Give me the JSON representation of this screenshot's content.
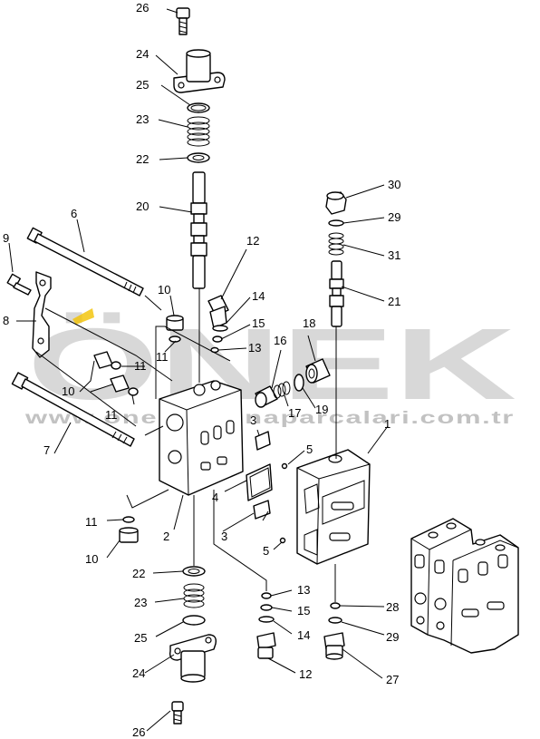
{
  "watermark": {
    "logo": "ÖNEK",
    "url": "www.onekmakinaparcalari.com.tr",
    "accent_color": "#f2c200"
  },
  "callouts": [
    "26",
    "24",
    "25",
    "23",
    "22",
    "20",
    "6",
    "9",
    "12",
    "10",
    "14",
    "8",
    "15",
    "11",
    "13",
    "16",
    "18",
    "10",
    "11",
    "11",
    "17",
    "19",
    "3",
    "1",
    "7",
    "5",
    "4",
    "3",
    "11",
    "2",
    "5",
    "10",
    "22",
    "13",
    "28",
    "23",
    "15",
    "25",
    "14",
    "29",
    "24",
    "12",
    "27",
    "26",
    "30",
    "29",
    "31",
    "21"
  ]
}
